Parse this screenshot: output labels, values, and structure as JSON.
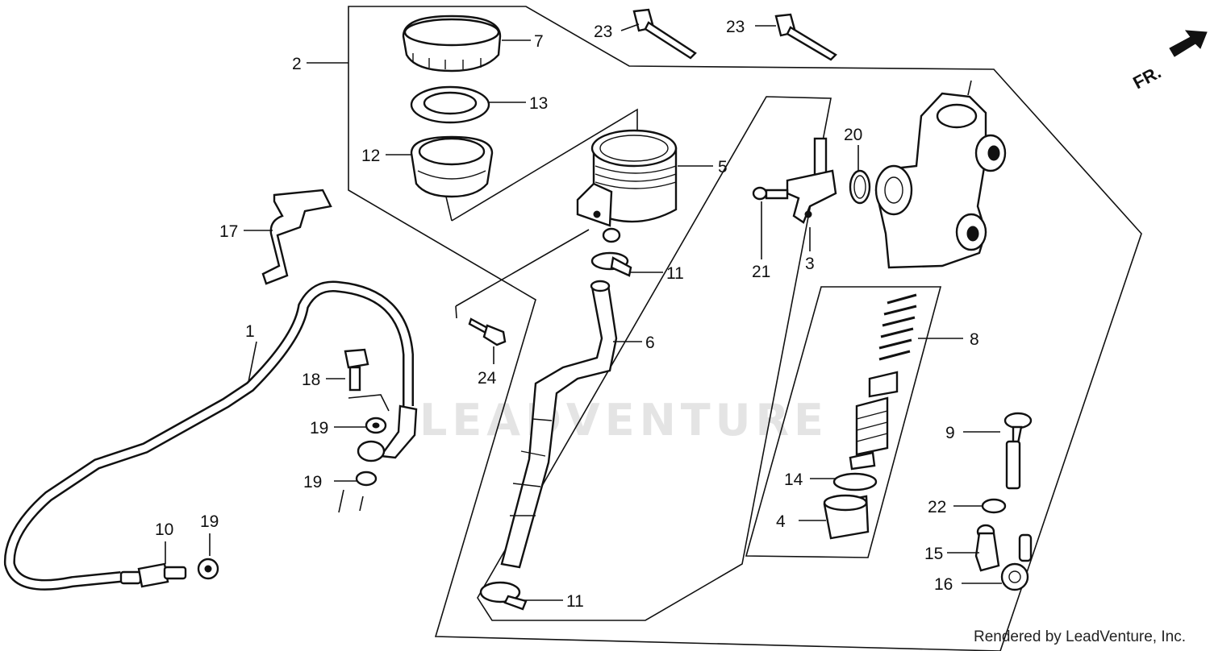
{
  "watermark": "LEADVENTURE",
  "footer": "Rendered by LeadVenture, Inc.",
  "direction_label": "FR.",
  "callouts": {
    "c1": "1",
    "c2": "2",
    "c3": "3",
    "c4": "4",
    "c5": "5",
    "c6": "6",
    "c7": "7",
    "c8": "8",
    "c9": "9",
    "c10": "10",
    "c11a": "11",
    "c11b": "11",
    "c12": "12",
    "c13": "13",
    "c14": "14",
    "c15": "15",
    "c16": "16",
    "c17": "17",
    "c18": "18",
    "c19a": "19",
    "c19b": "19",
    "c19c": "19",
    "c20": "20",
    "c21": "21",
    "c22": "22",
    "c23a": "23",
    "c23b": "23",
    "c24": "24"
  }
}
